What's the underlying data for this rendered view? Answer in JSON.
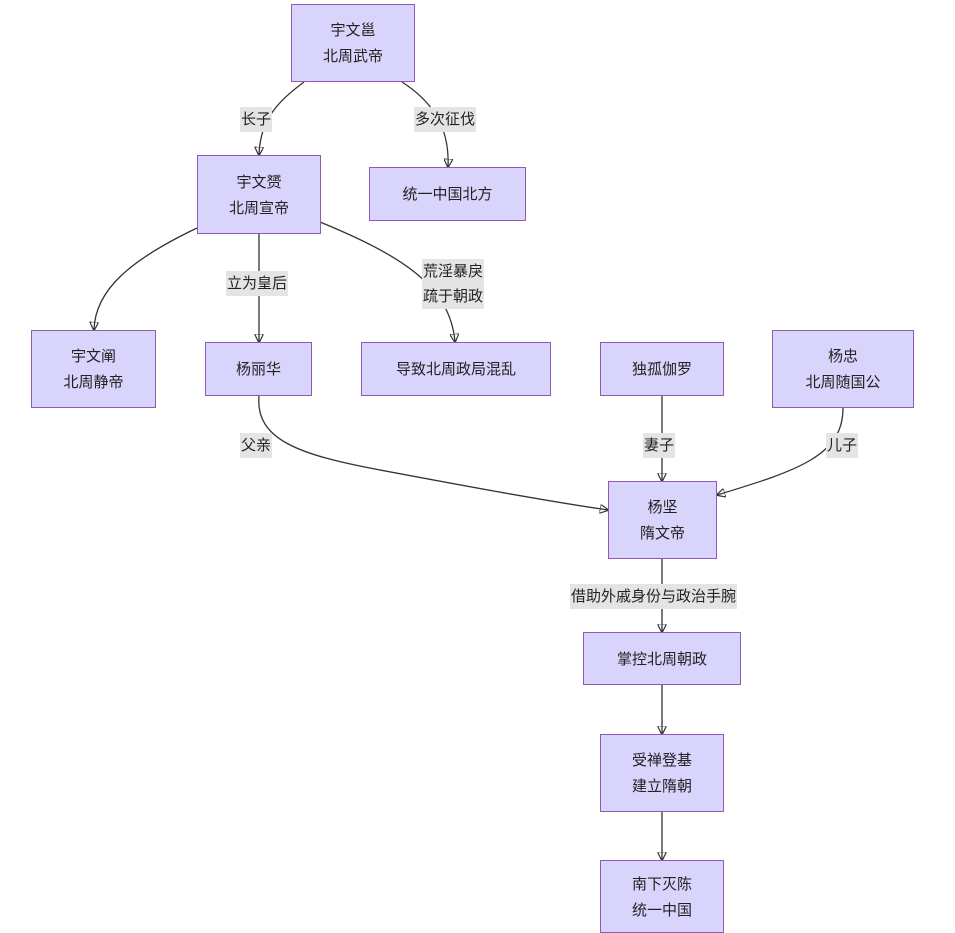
{
  "nodes": {
    "yuwenyong": [
      "宇文邕",
      "北周武帝"
    ],
    "unify_north": [
      "统一中国北方"
    ],
    "yuwenyun": [
      "宇文赟",
      "北周宣帝"
    ],
    "yuwenchan": [
      "宇文阐",
      "北周静帝"
    ],
    "yanglihua": [
      "杨丽华"
    ],
    "chaos": [
      "导致北周政局混乱"
    ],
    "dugu": [
      "独孤伽罗"
    ],
    "yangzhong": [
      "杨忠",
      "北周随国公"
    ],
    "yangjian": [
      "杨坚",
      "隋文帝"
    ],
    "control": [
      "掌控北周朝政"
    ],
    "found_sui": [
      "受禅登基",
      "建立隋朝"
    ],
    "unify_china": [
      "南下灭陈",
      "统一中国"
    ]
  },
  "edge_labels": {
    "eldest_son": [
      "长子"
    ],
    "campaigns": [
      "多次征伐"
    ],
    "empress": [
      "立为皇后"
    ],
    "misrule": [
      "荒淫暴戾",
      "疏于朝政"
    ],
    "father": [
      "父亲"
    ],
    "wife": [
      "妻子"
    ],
    "son": [
      "儿子"
    ],
    "means": [
      "借助外戚身份与政治手腕"
    ]
  },
  "colors": {
    "node_fill": "#d9d4fb",
    "node_border": "#8f5bb0",
    "edge": "#333333",
    "label_bg": "#e4e4e4"
  }
}
